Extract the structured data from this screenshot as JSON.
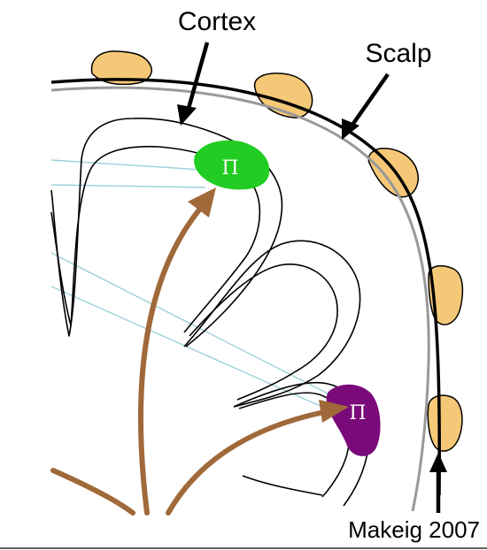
{
  "labels": {
    "cortex": "Cortex",
    "scalp": "Scalp",
    "credit": "Makeig 2007"
  },
  "sources": [
    {
      "symbol": "Π",
      "color": "#22cc22"
    },
    {
      "symbol": "Π",
      "color": "#7a0a7a"
    }
  ],
  "colors": {
    "electrode": "#f5c878",
    "arrow": "#a0693a",
    "projection": "#9ed1d8",
    "scalp_inner": "#999999",
    "scalp_outer": "#000000"
  }
}
